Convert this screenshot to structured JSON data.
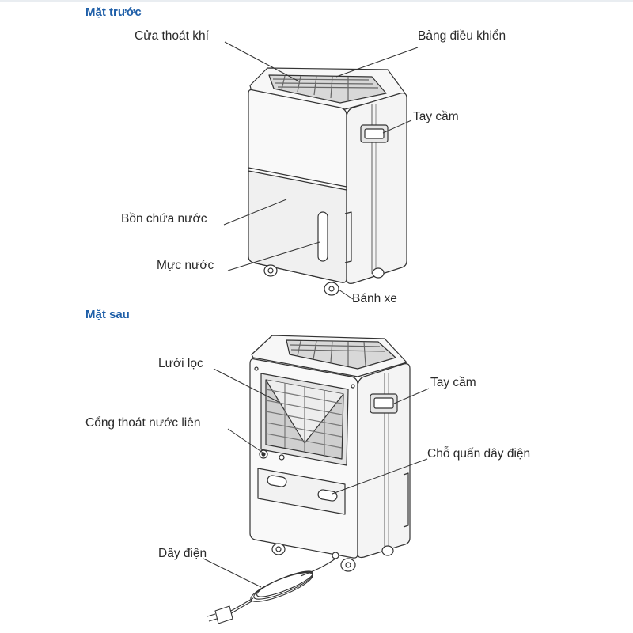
{
  "front": {
    "heading": "Mặt trước",
    "labels": {
      "air_outlet": "Cửa thoát khí",
      "control_panel": "Bảng điều khiển",
      "handle": "Tay cầm",
      "water_tank": "Bồn chứa nước",
      "water_level": "Mực nước",
      "wheels": "Bánh xe"
    }
  },
  "back": {
    "heading": "Mặt sau",
    "labels": {
      "filter": "Lưới lọc",
      "handle": "Tay cầm",
      "continuous_drain": "Cổng thoát nước liên",
      "cord_wrap": "Chỗ quấn dây điện",
      "power_cord": "Dây điện"
    }
  },
  "colors": {
    "heading": "#1f5fa8",
    "label": "#2a2a2a",
    "line": "#333333"
  }
}
